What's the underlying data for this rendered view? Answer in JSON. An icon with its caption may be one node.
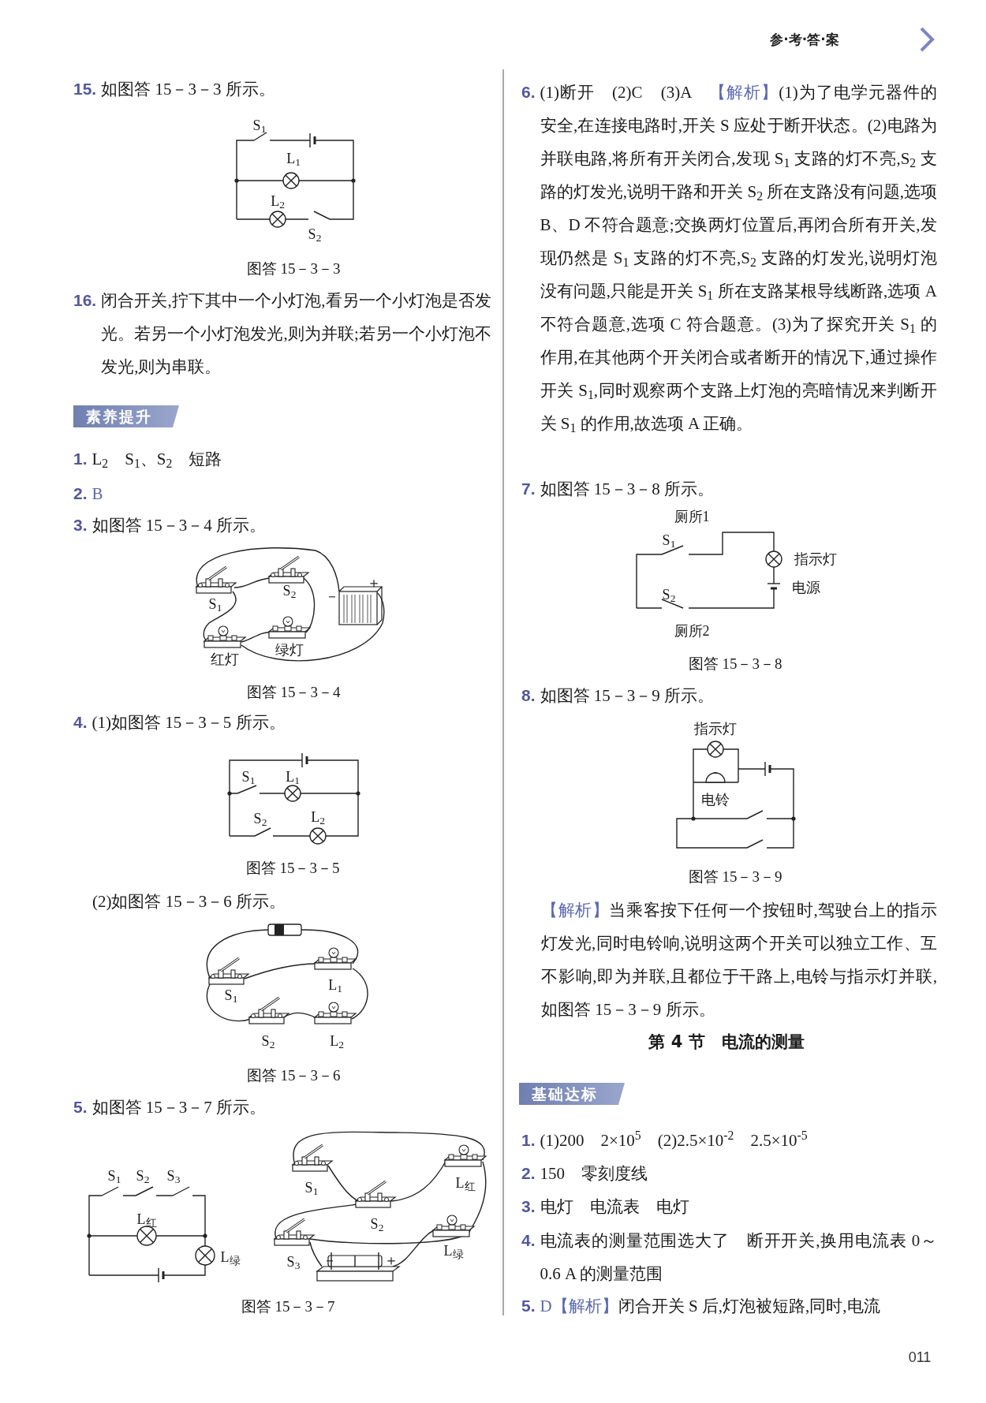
{
  "diagram": {
    "labels": [
      "参·考·答·案",
      "15.",
      "如图答 15－3－3 所示。",
      "S$_{1}$",
      "L$_{1}$",
      "L$_{2}$",
      "S$_{2}$",
      "图答 15－3－3",
      "16.",
      "闭合开关,拧下其中一个小灯泡,看另一个小灯泡是否发光。若另一个小灯泡发光,则为并联;若另一个小灯泡不发光,则为串联。",
      "素养提升",
      "1.",
      "L$_{2}$　S$_{1}$、S$_{2}$　短路",
      "2.",
      "B",
      "3.",
      "如图答 15－3－4 所示。",
      "S$_{2}$",
      "S$_{1}$",
      "－",
      "＋",
      "绿灯",
      "红灯",
      "图答 15－3－4",
      "4.",
      "(1)如图答 15－3－5 所示。",
      "S$_{1}$",
      "L$_{1}$",
      "S$_{2}$",
      "L$_{2}$",
      "图答 15－3－5",
      "(2)如图答 15－3－6 所示。",
      "S$_{1}$",
      "L$_{1}$",
      "S$_{2}$",
      "L$_{2}$",
      "图答 15－3－6",
      "5.",
      "如图答 15－3－7 所示。",
      "S$_{1}$",
      "S$_{2}$",
      "S$_{3}$",
      "L$_{红}$",
      "L$_{绿}$",
      "S$_{1}$",
      "L$_{红}$",
      "S$_{2}$",
      "S$_{3}$",
      "L$_{绿}$",
      "－",
      "＋",
      "图答 15－3－7",
      "6.",
      "(1)断开　(2)C　(3)A　",
      "【解析】",
      "(1)为了电学元器件的安全,在连接电路时,开关 S 应处于断开状态。(2)电路为并联电路,将所有开关闭合,发现 S$_{1}$ 支路的灯不亮,S$_{2}$ 支路的灯发光,说明干路和开关 S$_{2}$ 所在支路没有问题,选项 B、D 不符合题意;交换两灯位置后,再闭合所有开关,发现仍然是 S$_{1}$ 支路的灯不亮,S$_{2}$ 支路的灯发光,说明灯泡没有问题,只能是开关 S$_{1}$ 所在支路某根导线断路,选项 A 不符合题意,选项 C 符合题意。(3)为了探究开关 S$_{1}$ 的作用,在其他两个开关闭合或者断开的情况下,通过操作开关 S$_{1}$,同时观察两个支路上灯泡的亮暗情况来判断开关 S$_{1}$ 的作用,故选项 A 正确。",
      "7.",
      "如图答 15－3－8 所示。",
      "厕所1",
      "S$_{1}$",
      "指示灯",
      "S$_{2}$",
      "电源",
      "厕所2",
      "图答 15－3－8",
      "8.",
      "如图答 15－3－9 所示。",
      "指示灯",
      "电铃",
      "图答 15－3－9",
      "【解析】",
      "当乘客按下任何一个按钮时,驾驶台上的指示灯发光,同时电铃响,说明这两个开关可以独立工作、互不影响,即为并联,且都位于干路上,电铃与指示灯并联,如图答 15－3－9 所示。",
      "第 4 节　电流的测量",
      "基础达标",
      "1.",
      "(1)200　2×10$^{5}$　(2)2.5×10$^{-2}$　2.5×10$^{-5}$",
      "2.",
      "150　零刻度线",
      "3.",
      "电灯　电流表　电灯",
      "4.",
      "电流表的测量范围选大了　断开开关,换用电流表 0～0.6 A 的测量范围",
      "5.",
      "D",
      "【解析】",
      "闭合开关 S 后,灯泡被短路,同时,电流",
      "011"
    ]
  }
}
